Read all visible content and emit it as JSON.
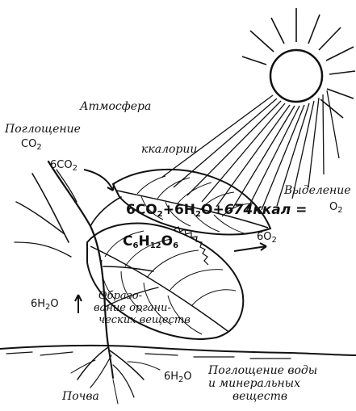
{
  "labels": {
    "atmosphere": "Атмосфера",
    "co2_absorption_title": "Поглощение",
    "co2_absorption_formula": "CO",
    "co2_absorption_sub": "2",
    "co2_input_coeff": "6CO",
    "co2_input_sub": "2",
    "kcal": "ккалории",
    "oxygen_release_title": "Выделение",
    "oxygen_release_formula": "O",
    "oxygen_release_sub": "2",
    "o2_output": "6O",
    "o2_output_sub": "2",
    "equation_left": "6CO",
    "equation_left_sub": "2",
    "equation_mid": "+6H",
    "equation_mid_sub": "2",
    "equation_mid_tail": "O",
    "equation_right": "+674ккал =",
    "glucose": "C",
    "glucose_c_sub": "6",
    "glucose_h": "H",
    "glucose_h_sub": "12",
    "glucose_o": "O",
    "glucose_o_sub": "6",
    "h2o_stem": "6H",
    "h2o_stem_sub": "2",
    "h2o_stem_tail": "O",
    "organic_line1": "Образо-",
    "organic_line2": "вание органи-",
    "organic_line3": "ческих веществ",
    "h2o_soil": "6H",
    "h2o_soil_sub": "2",
    "h2o_soil_tail": "O",
    "water_absorption_line1": "Поглощение воды",
    "water_absorption_line2": "и минеральных",
    "water_absorption_line3": "веществ",
    "soil": "Почва"
  },
  "colors": {
    "ink": "#111111",
    "paper": "#ffffff"
  }
}
